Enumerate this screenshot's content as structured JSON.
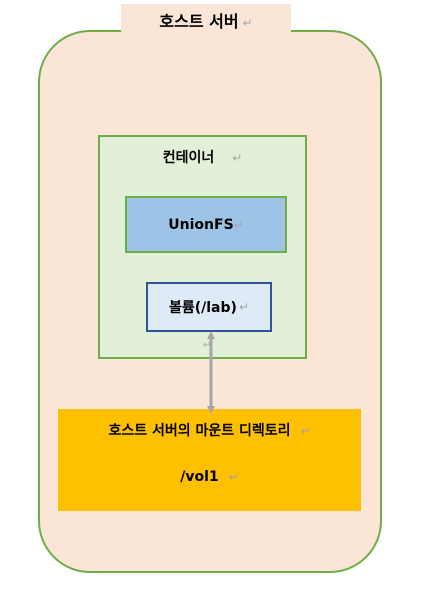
{
  "diagram": {
    "host_server": {
      "label": "호스트 서버"
    },
    "container": {
      "label": "컨테이너"
    },
    "unionfs": {
      "label": "UnionFS"
    },
    "volume": {
      "label": "볼륨(/lab)"
    },
    "mount_dir": {
      "line1": "호스트 서버의 마운트 디렉토리",
      "line2": "/vol1"
    },
    "paragraph_mark": "↵",
    "connector": {
      "style": "double-arrow",
      "color": "#a6a6a6"
    }
  },
  "colors": {
    "host_fill": "#fbe5d6",
    "green_border": "#70ad47",
    "container_fill": "#e2efd9",
    "unionfs_fill": "#9dc3e6",
    "volume_fill": "#deebf7",
    "volume_border": "#2f5597",
    "mount_fill": "#ffc000"
  }
}
